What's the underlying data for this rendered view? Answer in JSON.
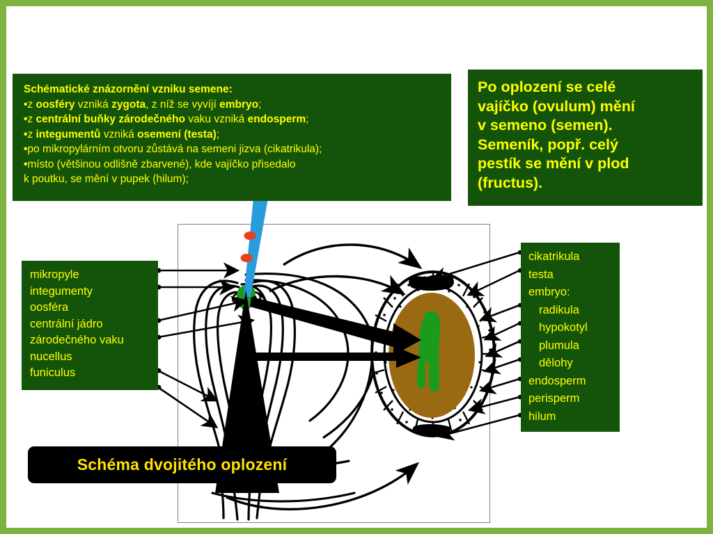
{
  "slide": {
    "border_color": "#7FB241",
    "background": "#ffffff",
    "box_green": "#14540A",
    "text_yellow": "#FFFF00",
    "caption_yellow": "#FFE400",
    "endosperm_brown": "#9A6A12",
    "embryo_green": "#1C9A1C",
    "pollen_tube_blue": "#2A9BDC",
    "pollen_nuclei_red": "#E8401A",
    "frame_gray": "#808080"
  },
  "intro_box": {
    "title": "Schématické znázornění vzniku semene:",
    "lines": [
      {
        "bullet": "•",
        "parts": [
          {
            "t": "z ",
            "b": false
          },
          {
            "t": "oosféry",
            "b": true
          },
          {
            "t": " vzniká ",
            "b": false
          },
          {
            "t": "zygota",
            "b": true
          },
          {
            "t": ", z níž se vyvíjí ",
            "b": false
          },
          {
            "t": "embryo",
            "b": true
          },
          {
            "t": ";",
            "b": false
          }
        ]
      },
      {
        "bullet": "•",
        "parts": [
          {
            "t": "z ",
            "b": false
          },
          {
            "t": "centrální buňky zárodečného",
            "b": true
          },
          {
            "t": " vaku vzniká ",
            "b": false
          },
          {
            "t": "endosperm",
            "b": true
          },
          {
            "t": ";",
            "b": false
          }
        ]
      },
      {
        "bullet": "•",
        "parts": [
          {
            "t": "z ",
            "b": false
          },
          {
            "t": "integumentů",
            "b": true
          },
          {
            "t": " vzniká ",
            "b": false
          },
          {
            "t": "osemení (testa)",
            "b": true
          },
          {
            "t": ";",
            "b": false
          }
        ]
      },
      {
        "bullet": "•",
        "parts": [
          {
            "t": "po mikropylárním otvoru zůstává na semeni jizva (cikatrikula);",
            "b": false
          }
        ]
      },
      {
        "bullet": "•",
        "parts": [
          {
            "t": "místo (většinou odlišně zbarvené), kde vajíčko přisedalo",
            "b": false
          }
        ]
      },
      {
        "bullet": "",
        "parts": [
          {
            "t": "k poutku, se mění v pupek (hilum);",
            "b": false
          }
        ]
      }
    ]
  },
  "fruit_box": {
    "lines": [
      "Po oplození se celé",
      "vajíčko (ovulum) mění",
      "v semeno (semen).",
      "Semeník, popř. celý",
      "pestík se mění v plod",
      "(fructus)."
    ]
  },
  "left_labels": {
    "items": [
      {
        "label": "mikropyle",
        "indent": false
      },
      {
        "label": "integumenty",
        "indent": false
      },
      {
        "label": "oosféra",
        "indent": false
      },
      {
        "label": "centrální jádro",
        "indent": false
      },
      {
        "label": "zárodečného vaku",
        "indent": false
      },
      {
        "label": "nucellus",
        "indent": false
      },
      {
        "label": "funiculus",
        "indent": false
      }
    ]
  },
  "right_labels": {
    "items": [
      {
        "label": "cikatrikula",
        "indent": false
      },
      {
        "label": "testa",
        "indent": false
      },
      {
        "label": "embryo:",
        "indent": false
      },
      {
        "label": "radikula",
        "indent": true
      },
      {
        "label": "hypokotyl",
        "indent": true
      },
      {
        "label": "plumula",
        "indent": true
      },
      {
        "label": "dělohy",
        "indent": true
      },
      {
        "label": "endosperm",
        "indent": false
      },
      {
        "label": "perisperm",
        "indent": false
      },
      {
        "label": "hilum",
        "indent": false
      }
    ]
  },
  "caption": {
    "text": "Schéma dvojitého oplození"
  }
}
